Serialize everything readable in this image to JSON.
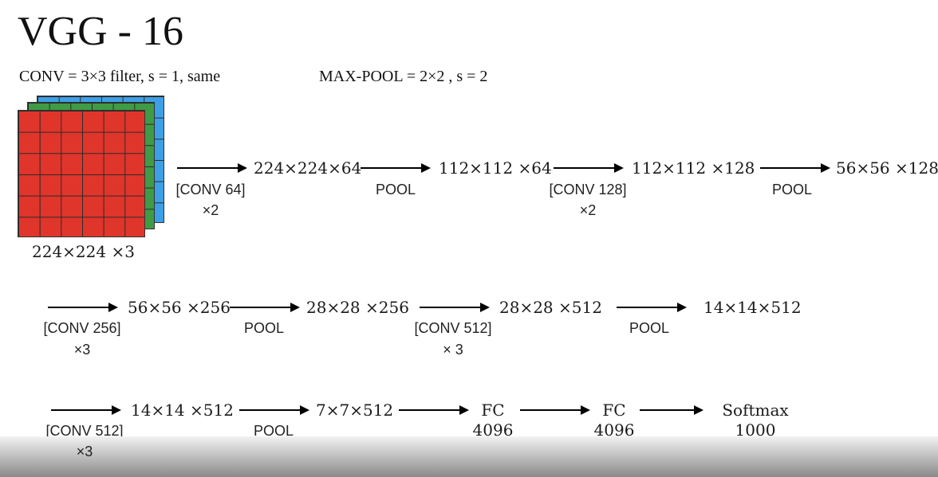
{
  "title": "VGG - 16",
  "subtitle": {
    "conv": "CONV = 3×3 filter, s = 1, same",
    "pool": "MAX-POOL = 2×2 , s = 2"
  },
  "colors": {
    "red": "#e0352b",
    "green": "#3f9b45",
    "blue": "#3da0e6"
  },
  "input_label": "224×224 ×3",
  "row1": {
    "d1": "224×224×64",
    "d2": "112×112 ×64",
    "d3": "112×112 ×128",
    "d4": "56×56 ×128",
    "op1": "[CONV 64]",
    "op1_rep": "×2",
    "op2": "POOL",
    "op3": "[CONV 128]",
    "op3_rep": "×2",
    "op4": "POOL"
  },
  "row2": {
    "d1": "56×56 ×256",
    "d2": "28×28 ×256",
    "d3": "28×28 ×512",
    "d4": "14×14×512",
    "op1": "[CONV 256]",
    "op1_rep": "×3",
    "op2": "POOL",
    "op3": "[CONV 512]",
    "op3_rep": "× 3",
    "op4": "POOL"
  },
  "row3": {
    "d1": "14×14 ×512",
    "d2": "7×7×512",
    "fc1": "FC",
    "fc1_units": "4096",
    "fc2": "FC",
    "fc2_units": "4096",
    "softmax": "Softmax",
    "softmax_units": "1000",
    "op1": "[CONV 512]",
    "op1_rep": "×3",
    "op2": "POOL"
  }
}
